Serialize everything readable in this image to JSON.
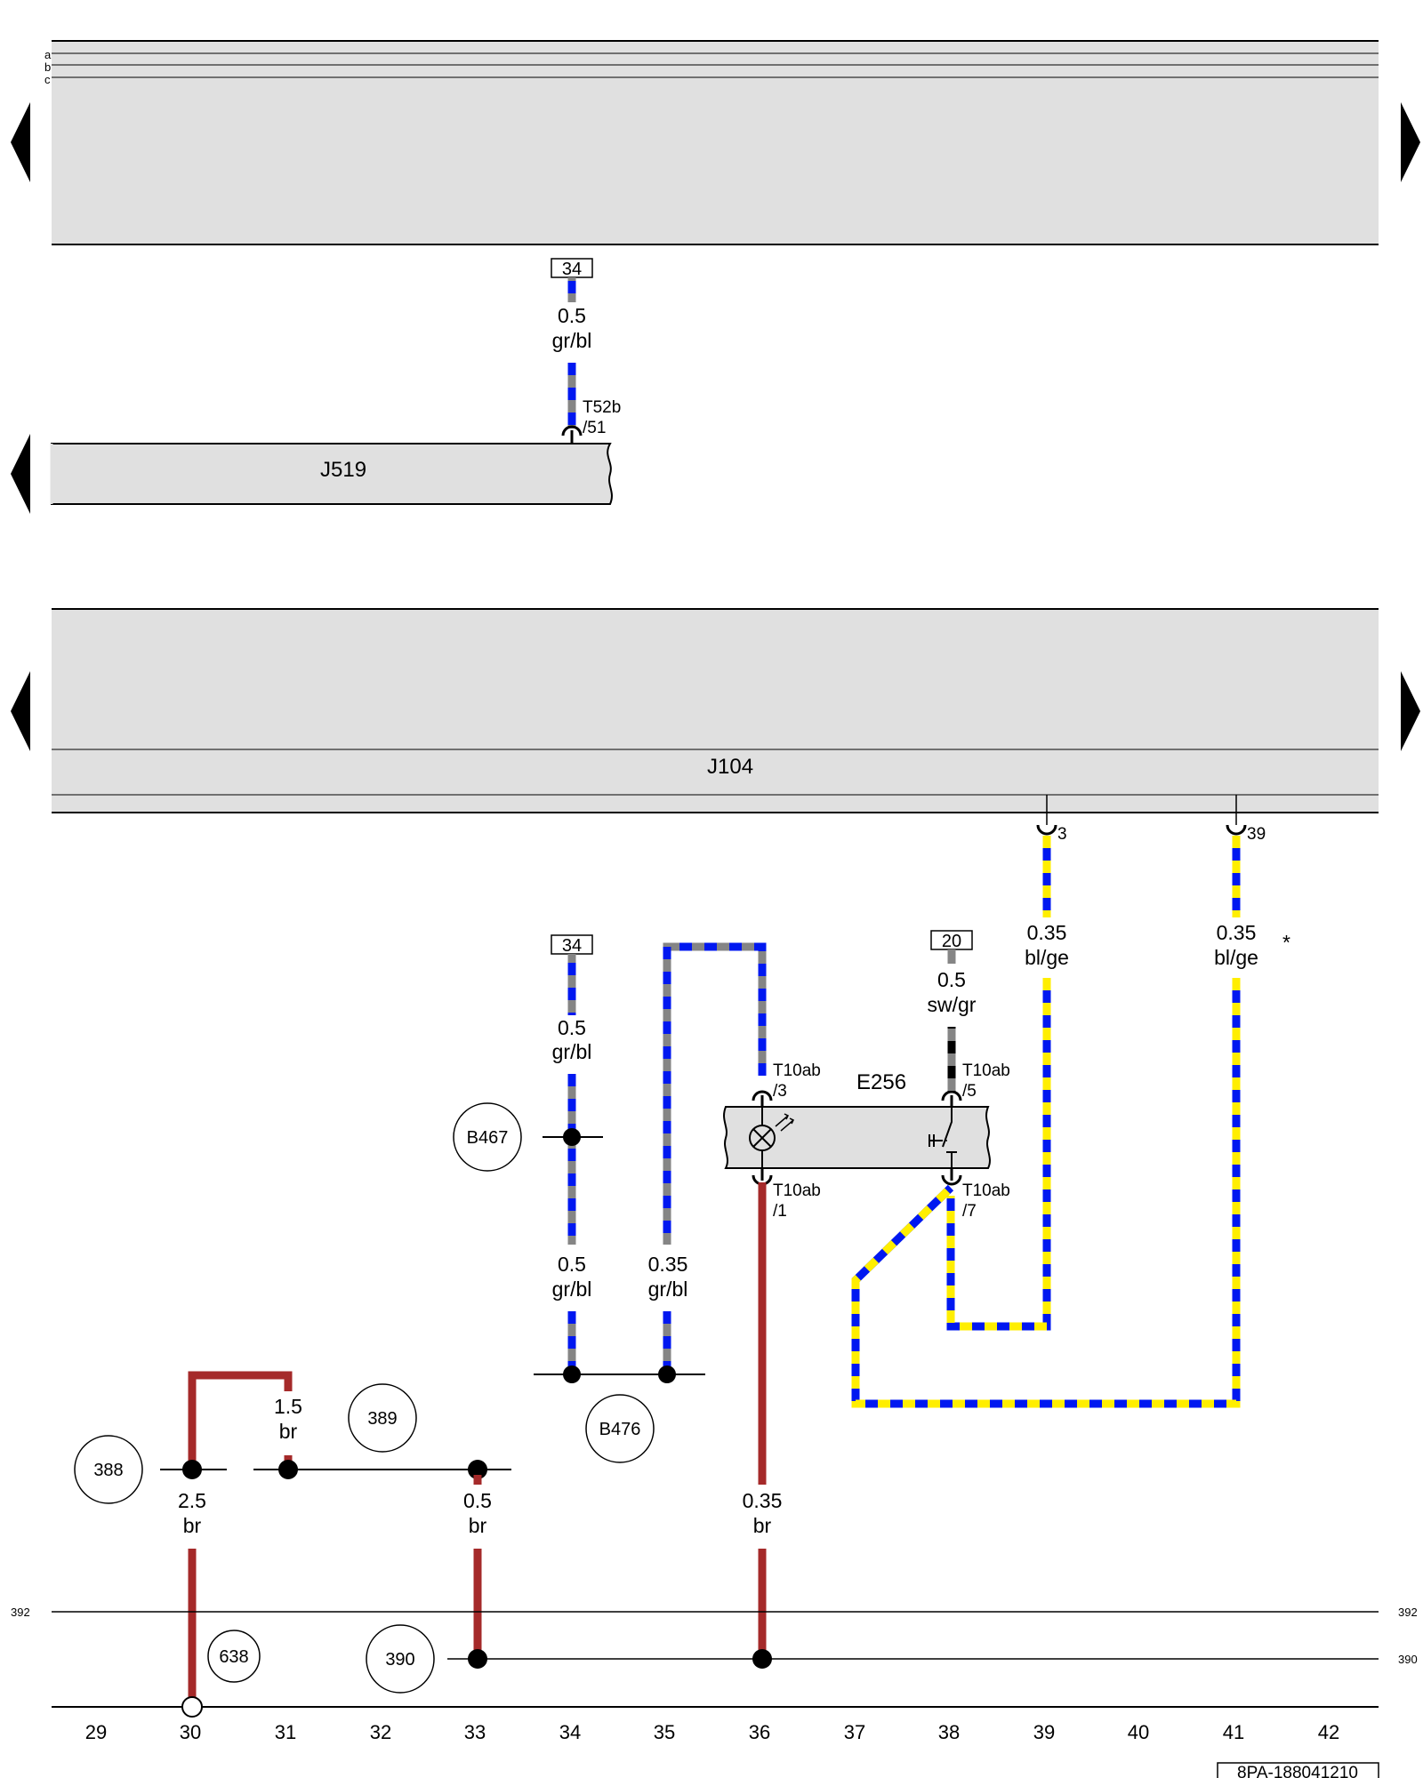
{
  "rows": [
    "a",
    "b",
    "c"
  ],
  "components": {
    "j519": "J519",
    "j104": "J104",
    "e256": "E256"
  },
  "refs": {
    "r_top_34": "34",
    "r_mid_34": "34",
    "r_20": "20"
  },
  "connectors": {
    "t52b": "T52b",
    "t52b_pin": "/51",
    "t10ab_3_name": "T10ab",
    "t10ab_3_pin": "/3",
    "t10ab_5_name": "T10ab",
    "t10ab_5_pin": "/5",
    "t10ab_1_name": "T10ab",
    "t10ab_1_pin": "/1",
    "t10ab_7_name": "T10ab",
    "t10ab_7_pin": "/7",
    "j104_pin3": "3",
    "j104_pin39": "39"
  },
  "wires": {
    "w1_size": "0.5",
    "w1_color": "gr/bl",
    "w2_size": "0.5",
    "w2_color": "gr/bl",
    "w3_size": "0.5",
    "w3_color": "gr/bl",
    "w4_size": "0.35",
    "w4_color": "gr/bl",
    "w5_size": "0.5",
    "w5_color": "sw/gr",
    "w6_size": "0.35",
    "w6_color": "bl/ge",
    "w7_size": "0.35",
    "w7_color": "bl/ge",
    "w8_size": "1.5",
    "w8_color": "br",
    "w9_size": "2.5",
    "w9_color": "br",
    "w10_size": "0.5",
    "w10_color": "br",
    "w11_size": "0.35",
    "w11_color": "br"
  },
  "asterisk": "*",
  "splices": {
    "b467": "B467",
    "b476": "B476",
    "c388": "388",
    "c389": "389",
    "c390": "390",
    "c638": "638"
  },
  "bus": {
    "left_392": "392",
    "right_392": "392",
    "right_390": "390"
  },
  "columns": [
    "29",
    "30",
    "31",
    "32",
    "33",
    "34",
    "35",
    "36",
    "37",
    "38",
    "39",
    "40",
    "41",
    "42"
  ],
  "doc_code": "8PA-188041210",
  "colors": {
    "box_fill": "#e0e0e0",
    "blue": "#0018f0",
    "grey": "#858585",
    "yellow": "#ffee00",
    "brown": "#a52a2a",
    "black": "#000000"
  }
}
